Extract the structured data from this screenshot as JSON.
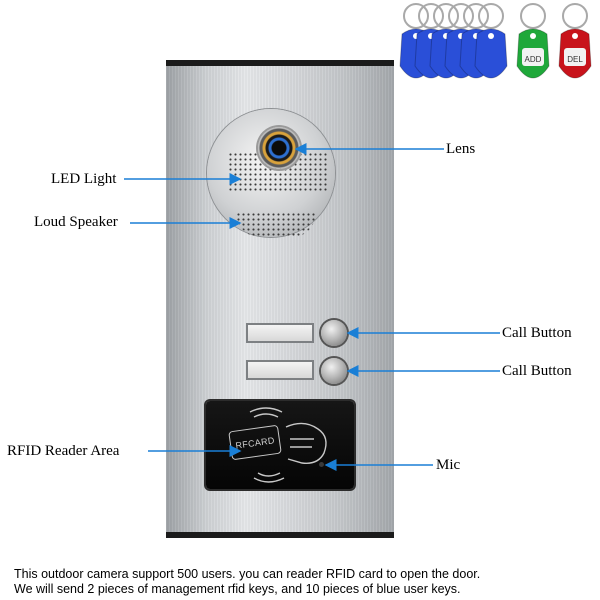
{
  "labels": {
    "led_light": "LED Light",
    "loud_speaker": "Loud Speaker",
    "lens": "Lens",
    "call_button_1": "Call Button",
    "call_button_2": "Call Button",
    "rfid_reader_area": "RFID Reader Area",
    "mic": "Mic"
  },
  "panel": {
    "rfid_card_text": "RFCARD"
  },
  "caption": {
    "line1": "This outdoor camera support 500 users. you can reader RFID card to open the door.",
    "line2": "We will send 2 pieces of management rfid keys, and 10 pieces of blue user keys."
  },
  "keys": {
    "blue_count": 6,
    "green_text": "ADD",
    "red_text": "DEL"
  },
  "colors": {
    "arrow": "#1a7fd6",
    "blue_key": "#2a4fd8",
    "green_key": "#1fa83a",
    "red_key": "#c8131b"
  }
}
